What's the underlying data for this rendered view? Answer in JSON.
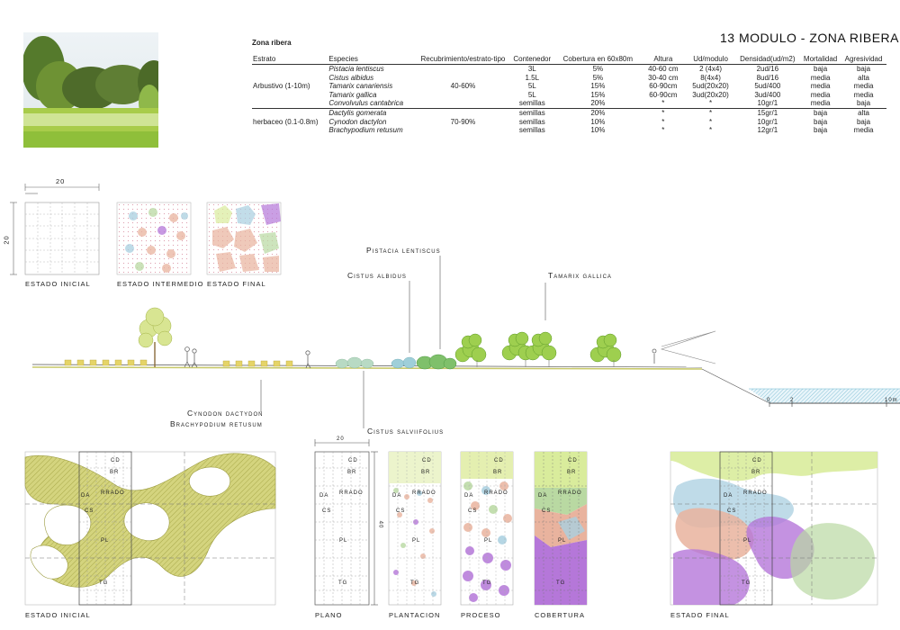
{
  "title": "13  MODULO - ZONA RIBERA",
  "table": {
    "heading": "Zona ribera",
    "columns": [
      "Estrato",
      "Especies",
      "Recubrimiento/estrato-tipo",
      "Contenedor",
      "Cobertura en  60x80m",
      "Altura",
      "Ud/modulo",
      "Densidad(ud/m2)",
      "Mortalidad",
      "Agresividad"
    ],
    "groups": [
      {
        "estrato": "Arbustivo (1-10m)",
        "recubrimiento": "40-60%",
        "rows": [
          {
            "especie": "Pistacia lentiscus",
            "contenedor": "3L",
            "cobertura": "5%",
            "altura": "40-60 cm",
            "ud": "2 (4x4)",
            "densidad": "2ud/16",
            "mortalidad": "baja",
            "agresividad": "baja"
          },
          {
            "especie": "Cistus albidus",
            "contenedor": "1.5L",
            "cobertura": "5%",
            "altura": "30-40 cm",
            "ud": "8(4x4)",
            "densidad": "8ud/16",
            "mortalidad": "media",
            "agresividad": "alta"
          },
          {
            "especie": "Tamarix canariensis",
            "contenedor": "5L",
            "cobertura": "15%",
            "altura": "60-90cm",
            "ud": "5ud(20x20)",
            "densidad": "5ud/400",
            "mortalidad": "media",
            "agresividad": "media"
          },
          {
            "especie": "Tamarix gallica",
            "contenedor": "5L",
            "cobertura": "15%",
            "altura": "60-90cm",
            "ud": "3ud(20x20)",
            "densidad": "3ud/400",
            "mortalidad": "media",
            "agresividad": "media"
          },
          {
            "especie": "Convolvulus cantabrica",
            "contenedor": "semillas",
            "cobertura": "20%",
            "altura": "*",
            "ud": "*",
            "densidad": "10gr/1",
            "mortalidad": "media",
            "agresividad": "baja"
          }
        ]
      },
      {
        "estrato": "herbaceo (0.1-0.8m)",
        "recubrimiento": "70-90%",
        "rows": [
          {
            "especie": "Dactylis gomerata",
            "contenedor": "semillas",
            "cobertura": "20%",
            "altura": "*",
            "ud": "*",
            "densidad": "15gr/1",
            "mortalidad": "baja",
            "agresividad": "alta"
          },
          {
            "especie": "Cynodon dactylon",
            "contenedor": "semillas",
            "cobertura": "10%",
            "altura": "*",
            "ud": "*",
            "densidad": "10gr/1",
            "mortalidad": "baja",
            "agresividad": "baja"
          },
          {
            "especie": "Brachypodium retusum",
            "contenedor": "semillas",
            "cobertura": "10%",
            "altura": "*",
            "ud": "*",
            "densidad": "12gr/1",
            "mortalidad": "baja",
            "agresividad": "media"
          }
        ]
      }
    ]
  },
  "small_modules": {
    "dimension": "20",
    "labels": [
      "ESTADO INICIAL",
      "ESTADO INTERMEDIO",
      "ESTADO FINAL"
    ]
  },
  "section": {
    "labels": {
      "pistacia": "Pistacia lentiscus",
      "cistus_albidus": "Cistus albidus",
      "tamarix_gallica": "Tamarix gallica",
      "cynodon": "Cynodon dactydon",
      "brachypodium": "Brachypodium retusum",
      "cistus_salvii": "Cistus salviifolius"
    },
    "scale": {
      "zero": "0",
      "two": "2",
      "ten": "10m"
    }
  },
  "plans": {
    "codes": {
      "cd": "CD",
      "br": "BR",
      "rrado": "RRADO",
      "da": "DA",
      "cs": "CS",
      "pl": "PL",
      "tg": "TG"
    },
    "plano_dimension_w": "20",
    "plano_dimension_h": "40",
    "labels": {
      "estado_inicial": "ESTADO INICIAL",
      "plano": "PLANO",
      "plantacion": "PLANTACION",
      "proceso": "PROCESO",
      "cobertura": "COBERTURA",
      "estado_final": "ESTADO FINAL"
    }
  },
  "colors": {
    "olive": "#c8c96a",
    "lime": "#d9ec9c",
    "blue": "#a9cfe0",
    "salmon": "#e9b39e",
    "purple": "#b577d9",
    "sage": "#b9d9a2",
    "tree": "#9ecf4f"
  }
}
